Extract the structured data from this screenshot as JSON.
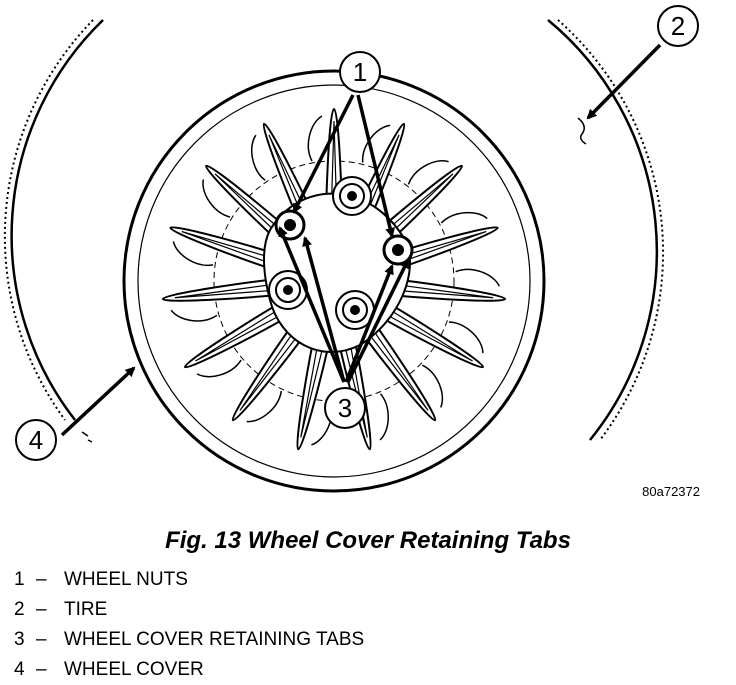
{
  "figure": {
    "code": "80a72372",
    "caption": "Fig. 13 Wheel Cover Retaining Tabs"
  },
  "callouts": [
    "1",
    "2",
    "3",
    "4"
  ],
  "legend": [
    {
      "num": "1",
      "sep": "–",
      "label": "WHEEL NUTS"
    },
    {
      "num": "2",
      "sep": "–",
      "label": "TIRE"
    },
    {
      "num": "3",
      "sep": "–",
      "label": "WHEEL COVER RETAINING TABS"
    },
    {
      "num": "4",
      "sep": "–",
      "label": "WHEEL COVER"
    }
  ]
}
